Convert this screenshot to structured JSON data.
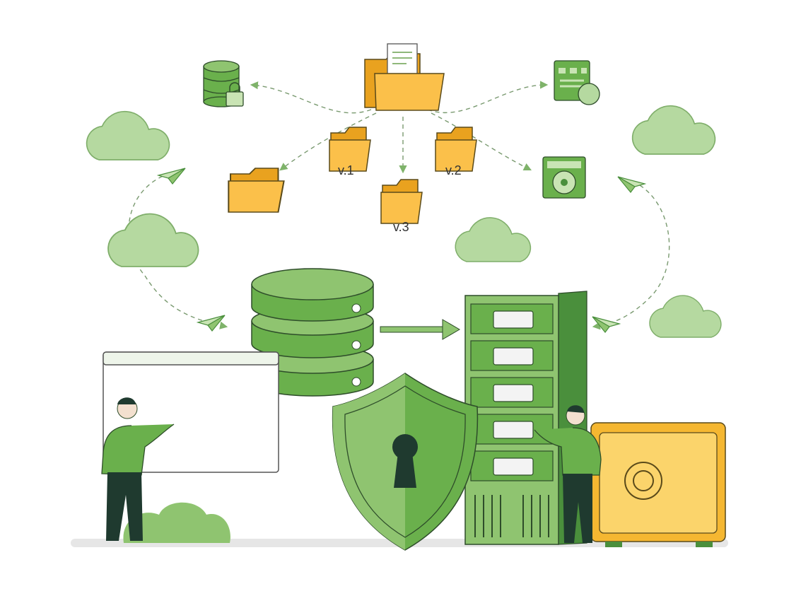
{
  "version_labels": [
    "v.1",
    "v.2",
    "v.3"
  ],
  "colors": {
    "green_dark": "#4a8f3c",
    "green": "#6ab04c",
    "green_light": "#a9d18e",
    "green_pale": "#c9e4b4",
    "yellow": "#f5b731",
    "yellow_light": "#fbd46b",
    "outline": "#2e4d2a",
    "person_pants": "#1f3a2f",
    "ground": "#e6e6e6"
  },
  "icons": [
    "folder-icon",
    "database-icon",
    "server-rack-icon",
    "shield-keyhole-icon",
    "safe-icon",
    "cloud-icon",
    "paper-plane-icon",
    "lock-icon",
    "hard-drive-icon"
  ]
}
